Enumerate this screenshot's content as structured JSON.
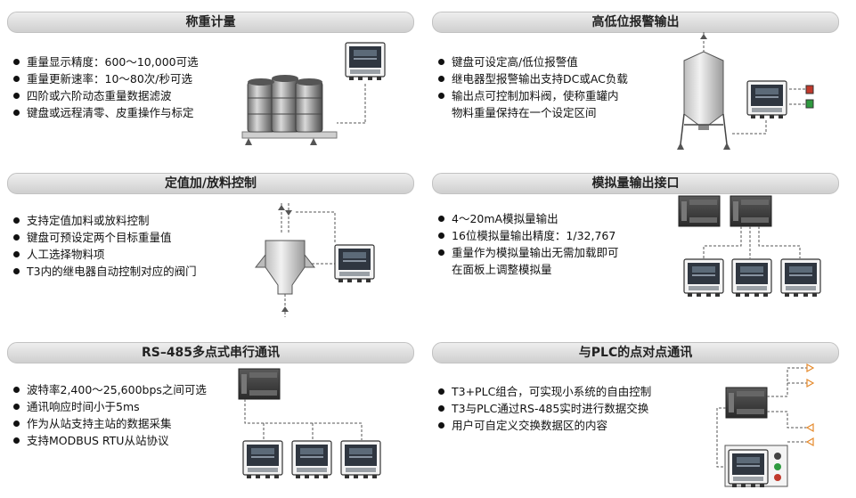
{
  "panels": [
    {
      "title": "称重计量",
      "bullets": [
        "重量显示精度：600～10,000可选",
        "重量更新速率：10～80次/秒可选",
        "四阶或六阶动态重量数据滤波",
        "键盘或远程清零、皮重操作与标定"
      ]
    },
    {
      "title": "高低位报警输出",
      "bullets": [
        "键盘可设定高/低位报警值",
        "继电器型报警输出支持DC或AC负载",
        "输出点可控制加料阀，使称重罐内"
      ],
      "continuation": "物料重量保持在一个设定区间"
    },
    {
      "title": "定值加/放料控制",
      "bullets": [
        "支持定值加料或放料控制",
        "键盘可预设定两个目标重量值",
        "人工选择物料项",
        "T3内的继电器自动控制对应的阀门"
      ]
    },
    {
      "title": "模拟量输出接口",
      "bullets": [
        "4～20mA模拟量输出",
        "16位模拟量输出精度：1/32,767",
        "重量作为模拟量输出无需加载即可"
      ],
      "continuation": "在面板上调整模拟量"
    },
    {
      "title": "RS–485多点式串行通讯",
      "bullets": [
        "波特率2,400～25,600bps之间可选",
        "通讯响应时间小于5ms",
        "作为从站支持主站的数据采集",
        "支持MODBUS  RTU从站协议"
      ]
    },
    {
      "title": "与PLC的点对点通讯",
      "bullets": [
        "T3+PLC组合，可实现小系统的自由控制",
        "T3与PLC通过RS-485实时进行数据交换",
        "用户可自定义交换数据区的内容"
      ]
    }
  ],
  "colors": {
    "header_bg": "#d9d9d9",
    "device_dark": "#3a3a3a",
    "alarm_red": "#c0392b",
    "alarm_green": "#2e9a3f",
    "arrow_orange": "#e58a2c"
  }
}
